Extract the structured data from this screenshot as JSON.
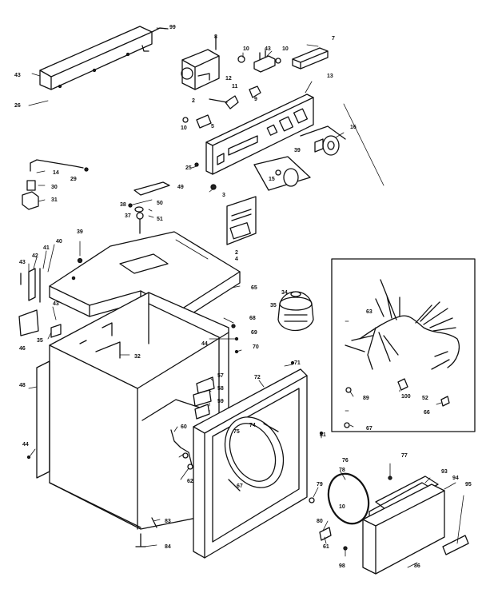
{
  "labels": [
    {
      "text": "99"
    },
    {
      "text": "43"
    },
    {
      "text": "26"
    },
    {
      "text": "8"
    },
    {
      "text": "10"
    },
    {
      "text": "43"
    },
    {
      "text": "10"
    },
    {
      "text": "7"
    },
    {
      "text": "12"
    },
    {
      "text": "11"
    },
    {
      "text": "2"
    },
    {
      "text": "5"
    },
    {
      "text": "9"
    },
    {
      "text": "13"
    },
    {
      "text": "10"
    },
    {
      "text": "16"
    },
    {
      "text": "39"
    },
    {
      "text": "15"
    },
    {
      "text": "25"
    },
    {
      "text": "3"
    },
    {
      "text": "14"
    },
    {
      "text": "29"
    },
    {
      "text": "30"
    },
    {
      "text": "31"
    },
    {
      "text": "49"
    },
    {
      "text": "38"
    },
    {
      "text": "50"
    },
    {
      "text": "37"
    },
    {
      "text": "51"
    },
    {
      "text": "39"
    },
    {
      "text": "2"
    },
    {
      "text": "4"
    },
    {
      "text": "42"
    },
    {
      "text": "43"
    },
    {
      "text": "41"
    },
    {
      "text": "40"
    },
    {
      "text": "43"
    },
    {
      "text": "65"
    },
    {
      "text": "34"
    },
    {
      "text": "35"
    },
    {
      "text": "46"
    },
    {
      "text": "35"
    },
    {
      "text": "32"
    },
    {
      "text": "68"
    },
    {
      "text": "69"
    },
    {
      "text": "70"
    },
    {
      "text": "44"
    },
    {
      "text": "71"
    },
    {
      "text": "63"
    },
    {
      "text": "48"
    },
    {
      "text": "72"
    },
    {
      "text": "57"
    },
    {
      "text": "58"
    },
    {
      "text": "59"
    },
    {
      "text": "89"
    },
    {
      "text": "100"
    },
    {
      "text": "52"
    },
    {
      "text": "66"
    },
    {
      "text": "67"
    },
    {
      "text": "60"
    },
    {
      "text": "75"
    },
    {
      "text": "74"
    },
    {
      "text": "44"
    },
    {
      "text": "81"
    },
    {
      "text": "62"
    },
    {
      "text": "67"
    },
    {
      "text": "76"
    },
    {
      "text": "77"
    },
    {
      "text": "78"
    },
    {
      "text": "93"
    },
    {
      "text": "94"
    },
    {
      "text": "95"
    },
    {
      "text": "79"
    },
    {
      "text": "10"
    },
    {
      "text": "80"
    },
    {
      "text": "83"
    },
    {
      "text": "61"
    },
    {
      "text": "84"
    },
    {
      "text": "98"
    },
    {
      "text": "86"
    }
  ]
}
